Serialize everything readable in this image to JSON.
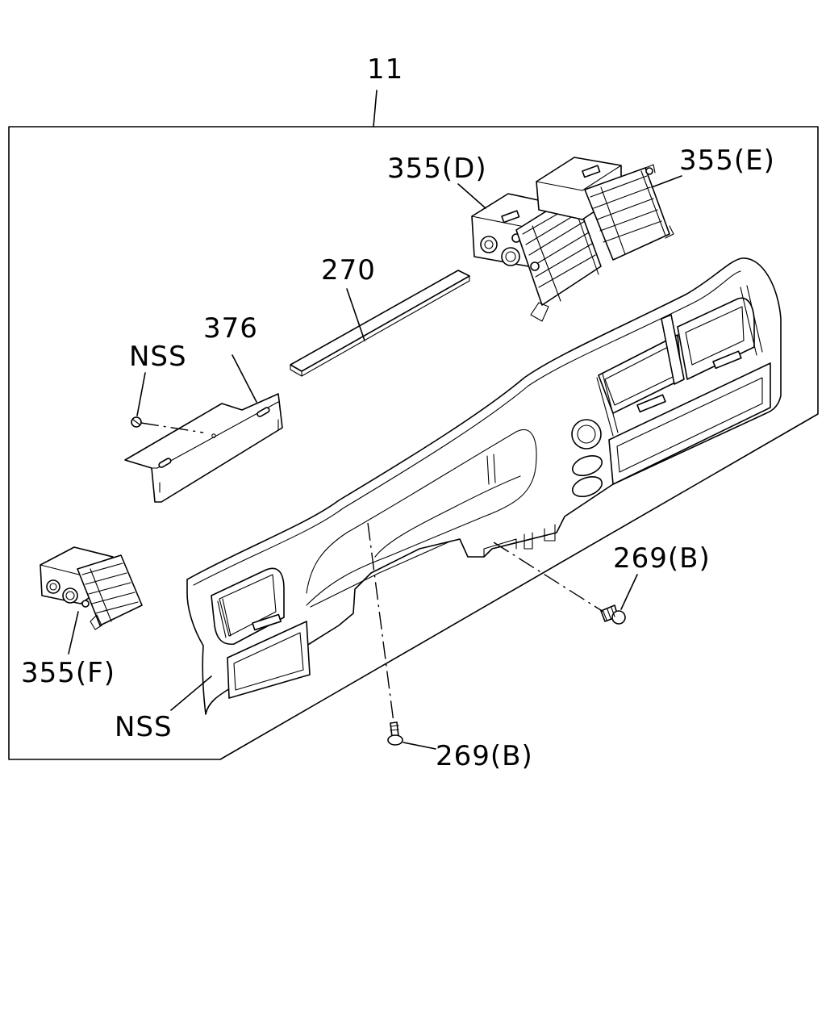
{
  "callouts": {
    "assembly": "11",
    "vent_d": "355(D)",
    "vent_e": "355(E)",
    "vent_f": "355(F)",
    "strip": "270",
    "bracket": "376",
    "nss_clip": "NSS",
    "nss_panel": "NSS",
    "screw_right": "269(B)",
    "screw_bottom": "269(B)"
  }
}
